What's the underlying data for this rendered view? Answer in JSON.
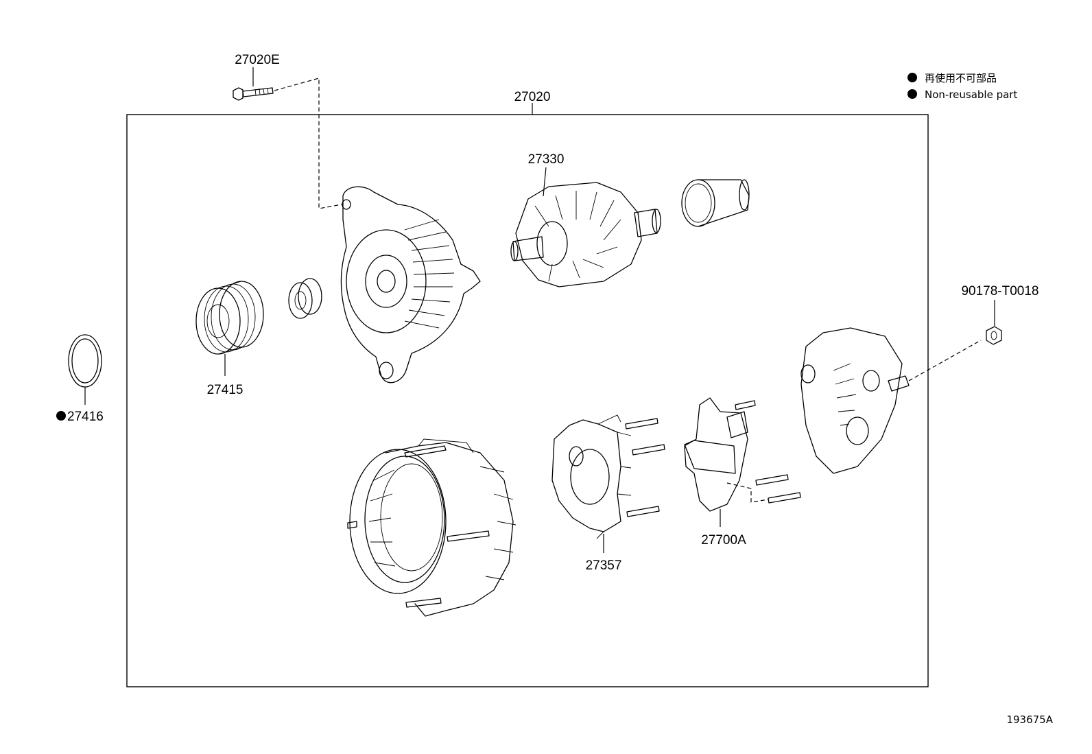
{
  "legend": {
    "items": [
      {
        "marker": "filled-circle",
        "text": "再使用不可部品"
      },
      {
        "marker": "filled-circle",
        "text": "Non-reusable part"
      }
    ]
  },
  "labels": {
    "assembly": "27020",
    "bolt": "27020E",
    "rotor": "27330",
    "pulley": "27415",
    "ring": "27416",
    "nut": "90178-T0018",
    "rectifier": "27357",
    "regulator": "27700A"
  },
  "non_reusable_marker": "●",
  "figure_id": "193675A",
  "icons": {
    "non_reusable": "filled-circle-icon"
  }
}
